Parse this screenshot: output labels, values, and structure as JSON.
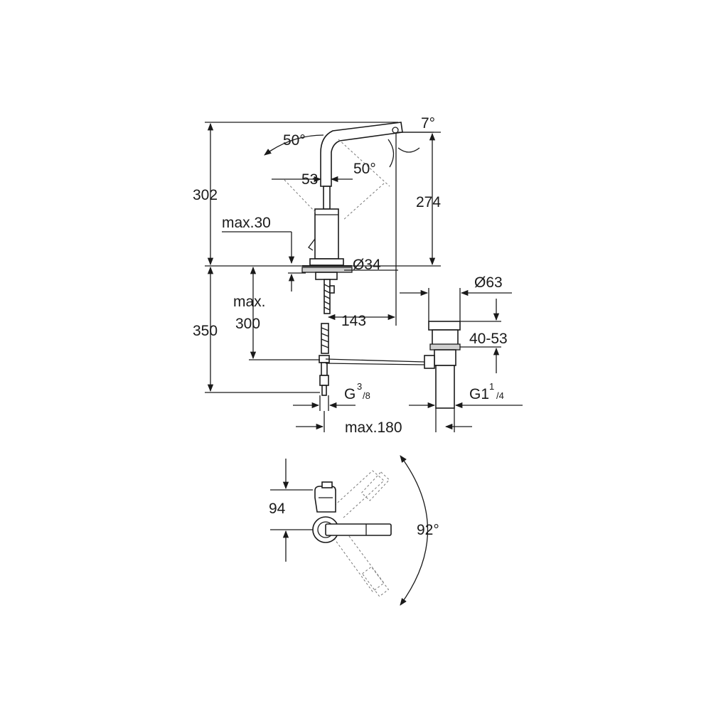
{
  "colors": {
    "line": "#1a1a1a",
    "background": "#ffffff"
  },
  "dimensions": {
    "height_total": "302",
    "spout_height": "274",
    "spout_angle": "7°",
    "swivel_left": "50°",
    "swivel_right": "50°",
    "spout_offset": "53",
    "max_deck_thickness": "max.30",
    "body_diameter": "Ø34",
    "rod_length_label": "max.",
    "rod_length_value": "300",
    "reach": "143",
    "below_deck": "350",
    "waste_diameter": "Ø63",
    "waste_range": "40-53",
    "thread_supply_main": "G",
    "thread_supply_sup": "3",
    "thread_supply_sub": "/8",
    "thread_waste_main": "G1",
    "thread_waste_sup": "1",
    "thread_waste_sub": "/4",
    "max_spacing": "max.180",
    "handle_offset": "94",
    "handle_rotation": "92°"
  }
}
